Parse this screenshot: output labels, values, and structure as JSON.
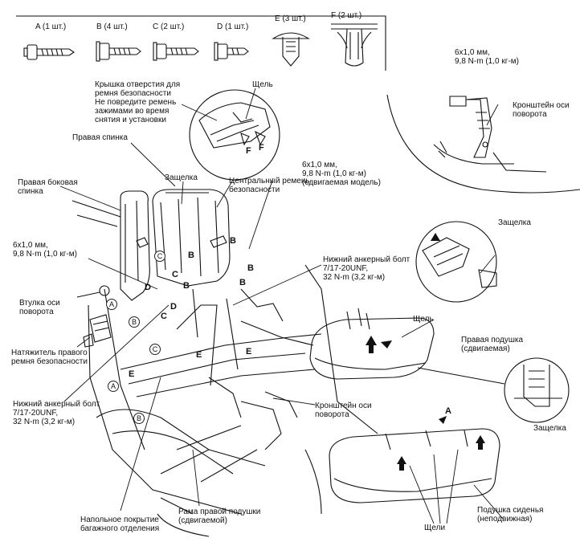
{
  "fasteners": [
    {
      "label": "A (1 шт.)"
    },
    {
      "label": "B (4 шт.)"
    },
    {
      "label": "C (2 шт.)"
    },
    {
      "label": "D (1 шт.)"
    },
    {
      "label": "E (3 шт.)"
    },
    {
      "label": "F (2 шт.)"
    }
  ],
  "callouts": {
    "belt_hole_cover": "Крышка отверстия для\nремня безопасности\nНе повредите ремень\nзажимами во время\nснятия и установки",
    "slot_top": "Щель",
    "right_backrest": "Правая спинка",
    "latch_center": "Защелка",
    "right_side_backrest": "Правая боковая\nспинка",
    "center_belt": "Центральный ремень\nбезопасности",
    "torque_sliding": "6x1,0 мм,\n9,8 N-m (1,0 кг-м)\n(сдвигаемая модель)",
    "torque_left": "6x1,0 мм,\n9,8 N-m (1,0 кг-м)",
    "torque_inset": "6x1,0 мм,\n9,8 N-m (1,0 кг-м)",
    "pivot_bracket_inset": "Кронштейн оси\nповорота",
    "latch_right": "Защелка",
    "lower_anchor_center": "Нижний анкерный болт\n7/17-20UNF,\n32 N-m (3,2 кг-м)",
    "pivot_bushing": "Втулка оси\nповорота",
    "slot_cushion": "Щель",
    "right_cushion": "Правая подушка\n(сдвигаемая)",
    "right_belt_tensioner": "Натяжитель правого\nремня безопасности",
    "lower_anchor_left": "Нижний анкерный болт\n7/17-20UNF,\n32 N-m (3,2 кг-м)",
    "pivot_bracket_center": "Кронштейн оси\nповорота",
    "latch_bottom": "Защелка",
    "trunk_floor": "Напольное покрытие\nбагажного отделения",
    "cushion_frame": "Рама правой подушки\n(сдвигаемой)",
    "slots_bottom": "Щели",
    "seat_cushion": "Подушка сиденья\n(неподвижная)"
  },
  "letter_marks": [
    "A",
    "B",
    "C",
    "D",
    "E",
    "F"
  ]
}
